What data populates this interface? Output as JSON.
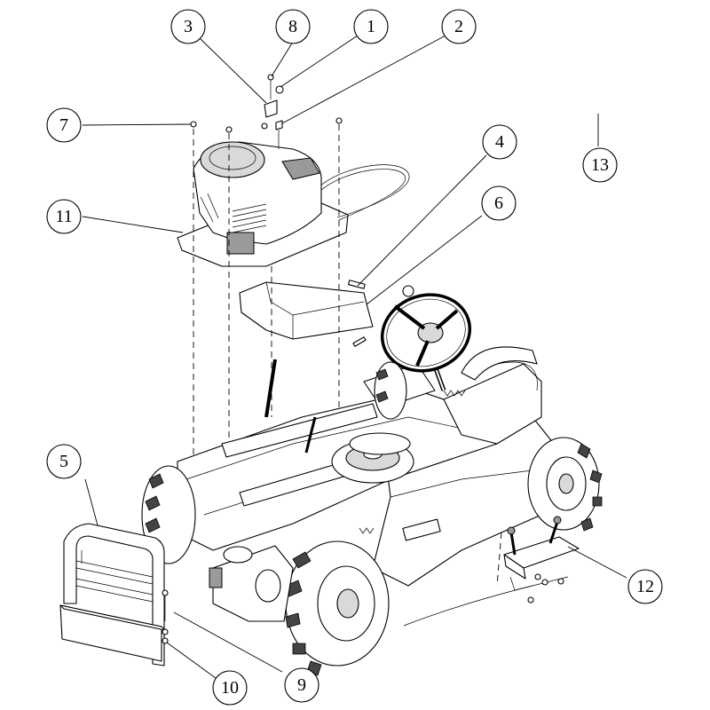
{
  "callouts": [
    {
      "number": "1",
      "part": "item-1"
    },
    {
      "number": "2",
      "part": "item-2"
    },
    {
      "number": "3",
      "part": "item-3"
    },
    {
      "number": "4",
      "part": "item-4"
    },
    {
      "number": "5",
      "part": "item-5"
    },
    {
      "number": "6",
      "part": "item-6"
    },
    {
      "number": "7",
      "part": "item-7"
    },
    {
      "number": "8",
      "part": "item-8"
    },
    {
      "number": "9",
      "part": "item-9"
    },
    {
      "number": "10",
      "part": "item-10"
    },
    {
      "number": "11",
      "part": "item-11"
    },
    {
      "number": "12",
      "part": "item-12"
    },
    {
      "number": "13",
      "part": "item-13"
    }
  ]
}
